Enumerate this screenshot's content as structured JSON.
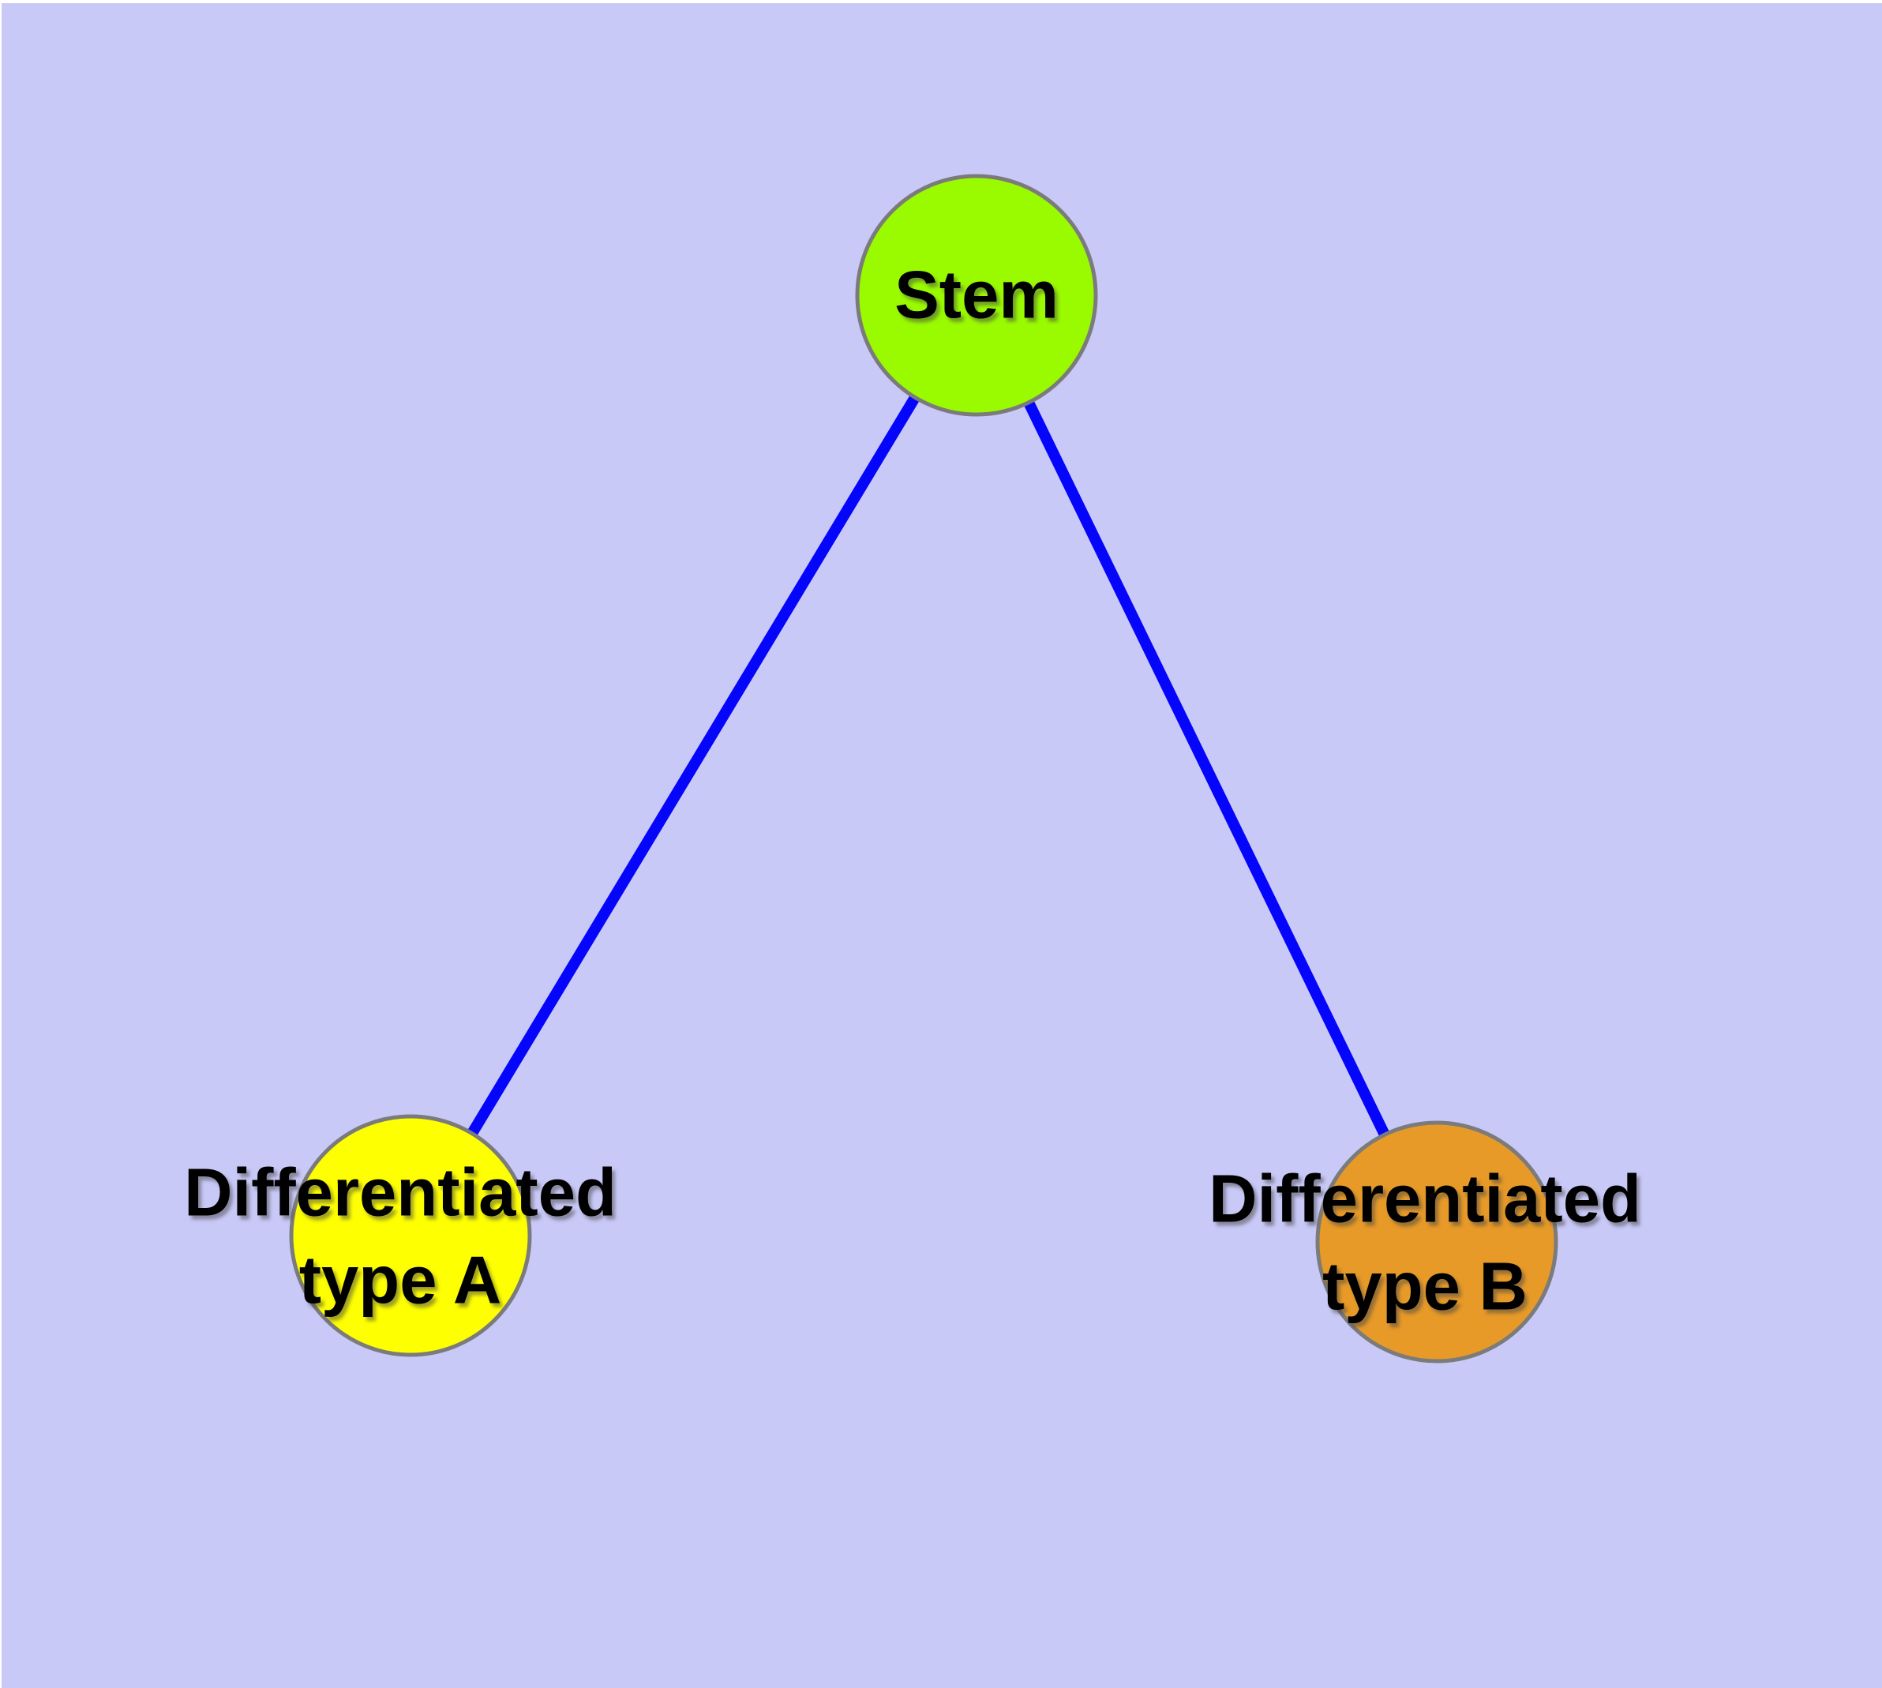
{
  "diagram": {
    "type": "graph",
    "description": "Stem cell differentiation graph with one root node and two differentiated child nodes",
    "colors": {
      "background": "#c9c9f8",
      "frame": "#ffffff",
      "node_border": "#7b7b7b",
      "edge": "#0505fb",
      "label": "#000000",
      "stem_fill": "#9afb01",
      "type_a_fill": "#feff00",
      "type_b_fill": "#e79a28"
    },
    "nodes": [
      {
        "id": "stem",
        "lines": [
          "Stem",
          ""
        ],
        "fill": "#9afb01"
      },
      {
        "id": "differentiated-type-a",
        "lines": [
          "Differentiated",
          "type A"
        ],
        "fill": "#feff00"
      },
      {
        "id": "differentiated-type-b",
        "lines": [
          "Differentiated",
          "type B"
        ],
        "fill": "#e79a28"
      }
    ],
    "edges": [
      {
        "from": "Stem",
        "to": "Differentiated type A"
      },
      {
        "from": "Stem",
        "to": "Differentiated type B"
      }
    ]
  }
}
